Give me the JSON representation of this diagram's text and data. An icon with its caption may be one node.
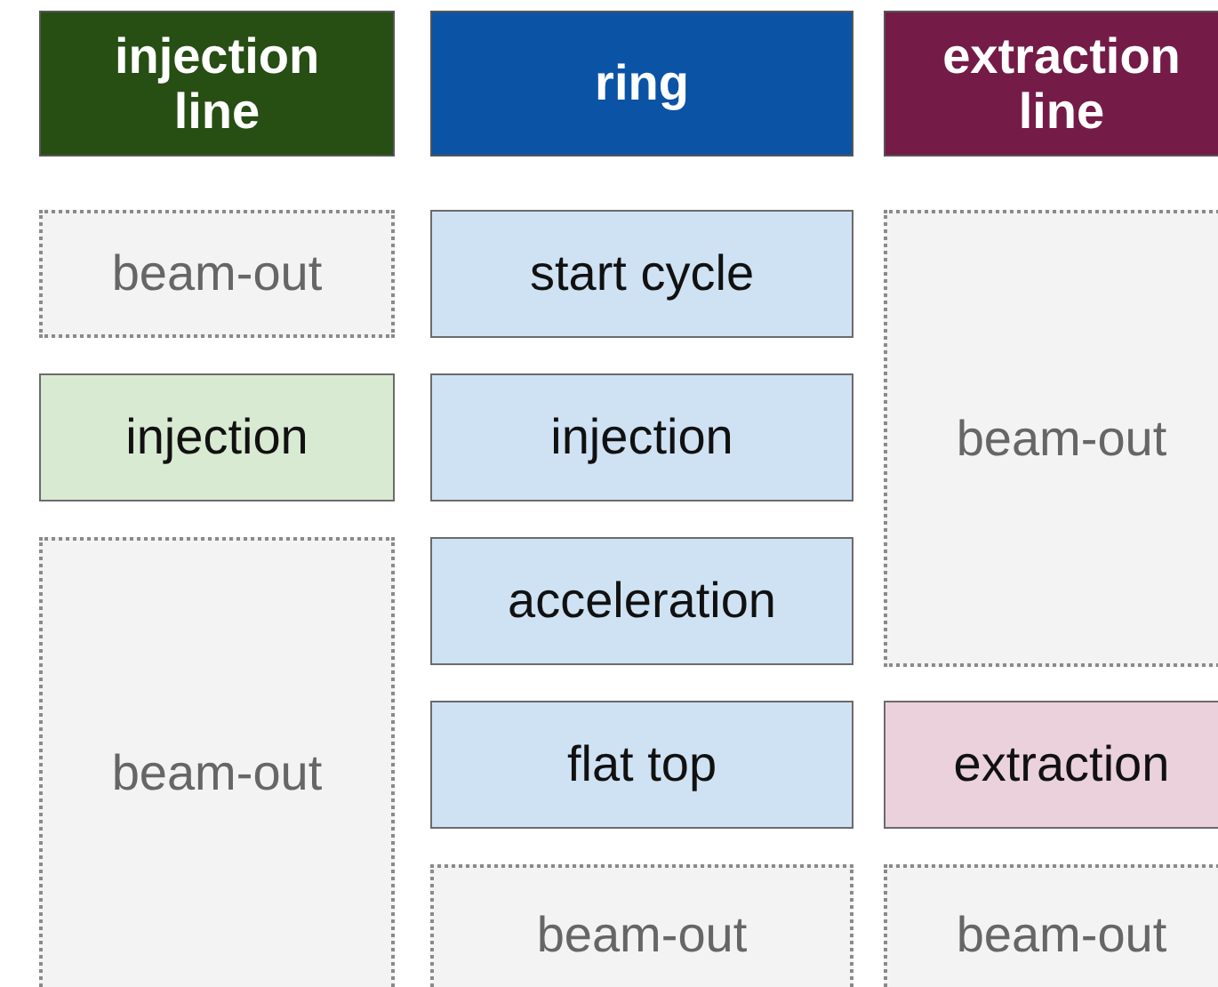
{
  "diagram": {
    "nodes": [
      {
        "text": [
          "injection line"
        ]
      },
      {
        "text": [
          "ring"
        ]
      },
      {
        "text": [
          "extraction line"
        ]
      },
      {
        "text": [
          "beam-out"
        ]
      },
      {
        "text": [
          "start cycle"
        ]
      },
      {
        "text": [
          "beam-out"
        ]
      },
      {
        "text": [
          "injection"
        ]
      },
      {
        "text": [
          "injection"
        ]
      },
      {
        "text": [
          "acceleration"
        ]
      },
      {
        "text": [
          "beam-out"
        ]
      },
      {
        "text": [
          "flat top"
        ]
      },
      {
        "text": [
          "extraction"
        ]
      },
      {
        "text": [
          "beam-out"
        ]
      },
      {
        "text": [
          "beam-out"
        ]
      }
    ]
  }
}
